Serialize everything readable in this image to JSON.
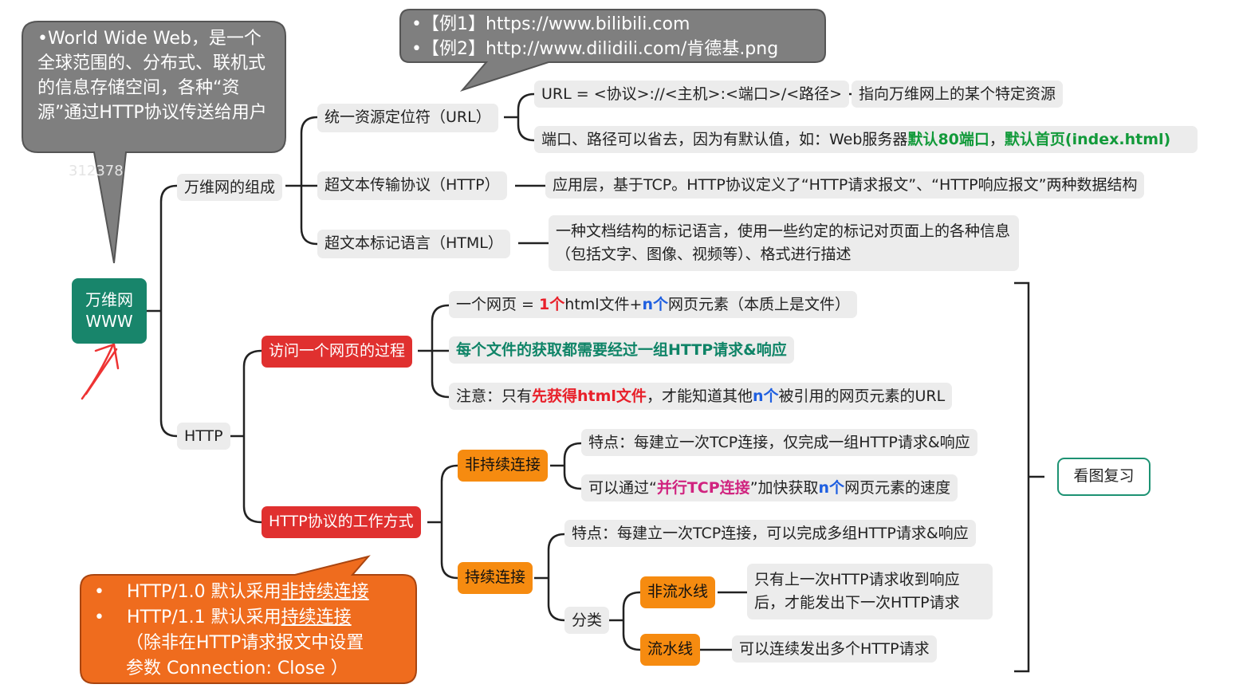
{
  "root": {
    "line1": "万维网",
    "line2": "WWW"
  },
  "bubbles": {
    "definition": "•World Wide Web，是一个全球范围的、分布式、联机式的信息存储空间，各种“资源”通过HTTP协议传送给用户",
    "examples": [
      "•【例1】https://www.bilibili.com",
      "•【例2】http://www.dilidili.com/肯德基.png"
    ],
    "http_versions": {
      "v10_prefix": "HTTP/1.0 默认采用",
      "v10_link": "非持续连接",
      "v11_prefix": "HTTP/1.1 默认采用",
      "v11_link": "持续连接",
      "note1": "（除非在HTTP请求报文中设置",
      "note2": "参数 Connection: Close ）",
      "bullet": "•"
    }
  },
  "composition": {
    "label": "万维网的组成",
    "url": {
      "label": "统一资源定位符（URL）",
      "format": "URL = <协议>://<主机>:<端口>/<路径>",
      "meaning": "指向万维网上的某个特定资源",
      "defaults_prefix": "端口、路径可以省去，因为有默认值，如：Web服务器",
      "defaults_port": "默认80端口",
      "defaults_sep": "，",
      "defaults_page": "默认首页(index.html)"
    },
    "http": {
      "label": "超文本传输协议（HTTP）",
      "desc": "应用层，基于TCP。HTTP协议定义了“HTTP请求报文”、“HTTP响应报文”两种数据结构"
    },
    "html": {
      "label": "超文本标记语言（HTML）",
      "desc": "一种文档结构的标记语言，使用一些约定的标记对页面上的各种信息（包括文字、图像、视频等）、格式进行描述"
    }
  },
  "http_branch": {
    "label": "HTTP",
    "visit": {
      "label": "访问一个网页的过程",
      "item1_a": "一个网页 = ",
      "item1_b": "1个",
      "item1_c": "html文件+",
      "item1_d": "n个",
      "item1_e": "网页元素（本质上是文件）",
      "item2": "每个文件的获取都需要经过一组HTTP请求&响应",
      "item3_a": "注意：只有",
      "item3_b": "先获得html文件",
      "item3_c": "，才能知道其他",
      "item3_d": "n个",
      "item3_e": "被引用的网页元素的URL"
    },
    "mode": {
      "label": "HTTP协议的工作方式",
      "non_persistent": {
        "label": "非持续连接",
        "feature": "特点：每建立一次TCP连接，仅完成一组HTTP请求&响应",
        "speed_a": "可以通过“",
        "speed_b": "并行TCP连接",
        "speed_c": "”加快获取",
        "speed_d": "n个",
        "speed_e": "网页元素的速度"
      },
      "persistent": {
        "label": "持续连接",
        "feature": "特点：每建立一次TCP连接，可以完成多组HTTP请求&响应",
        "category": "分类",
        "non_pipeline": {
          "label": "非流水线",
          "desc": "只有上一次HTTP请求收到响应后，才能发出下一次HTTP请求"
        },
        "pipeline": {
          "label": "流水线",
          "desc": "可以连续发出多个HTTP请求"
        }
      }
    }
  },
  "review_tag": "看图复习",
  "colors": {
    "root": "#18856b",
    "red": "#e0302f",
    "orange": "#f68b10",
    "bubble_gray": "#7f7f7f",
    "bubble_orange": "#ef6c1e"
  }
}
